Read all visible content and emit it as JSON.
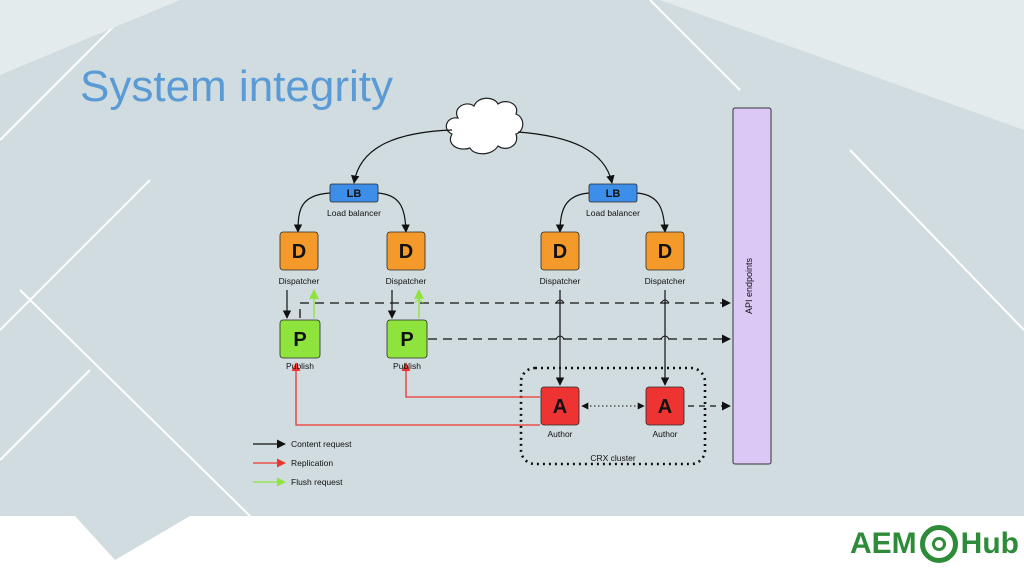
{
  "slide": {
    "title": "System integrity",
    "background_color": "#d0dcdf",
    "footer_color": "#ffffff"
  },
  "diagram": {
    "load_balancers": [
      {
        "letter": "LB",
        "caption": "Load balancer",
        "color": "#3d8ee8"
      },
      {
        "letter": "LB",
        "caption": "Load balancer",
        "color": "#3d8ee8"
      }
    ],
    "dispatchers": [
      {
        "letter": "D",
        "caption": "Dispatcher",
        "color": "#f39a2b"
      },
      {
        "letter": "D",
        "caption": "Dispatcher",
        "color": "#f39a2b"
      },
      {
        "letter": "D",
        "caption": "Dispatcher",
        "color": "#f39a2b"
      },
      {
        "letter": "D",
        "caption": "Dispatcher",
        "color": "#f39a2b"
      }
    ],
    "publishers": [
      {
        "letter": "P",
        "caption": "Publish",
        "color": "#8ee43c"
      },
      {
        "letter": "P",
        "caption": "Publish",
        "color": "#8ee43c"
      }
    ],
    "authors": [
      {
        "letter": "A",
        "caption": "Author",
        "color": "#ee3333"
      },
      {
        "letter": "A",
        "caption": "Author",
        "color": "#ee3333"
      }
    ],
    "cluster_label": "CRX cluster",
    "api_label": "API endpoints",
    "api_color": "#dcc8f5",
    "legend": [
      {
        "label": "Content request",
        "color": "#111111"
      },
      {
        "label": "Replication",
        "color": "#ee3333"
      },
      {
        "label": "Flush request",
        "color": "#8ee43c"
      }
    ]
  },
  "logo": {
    "left": "AEM",
    "right": "Hub",
    "color": "#2e8b3a"
  }
}
